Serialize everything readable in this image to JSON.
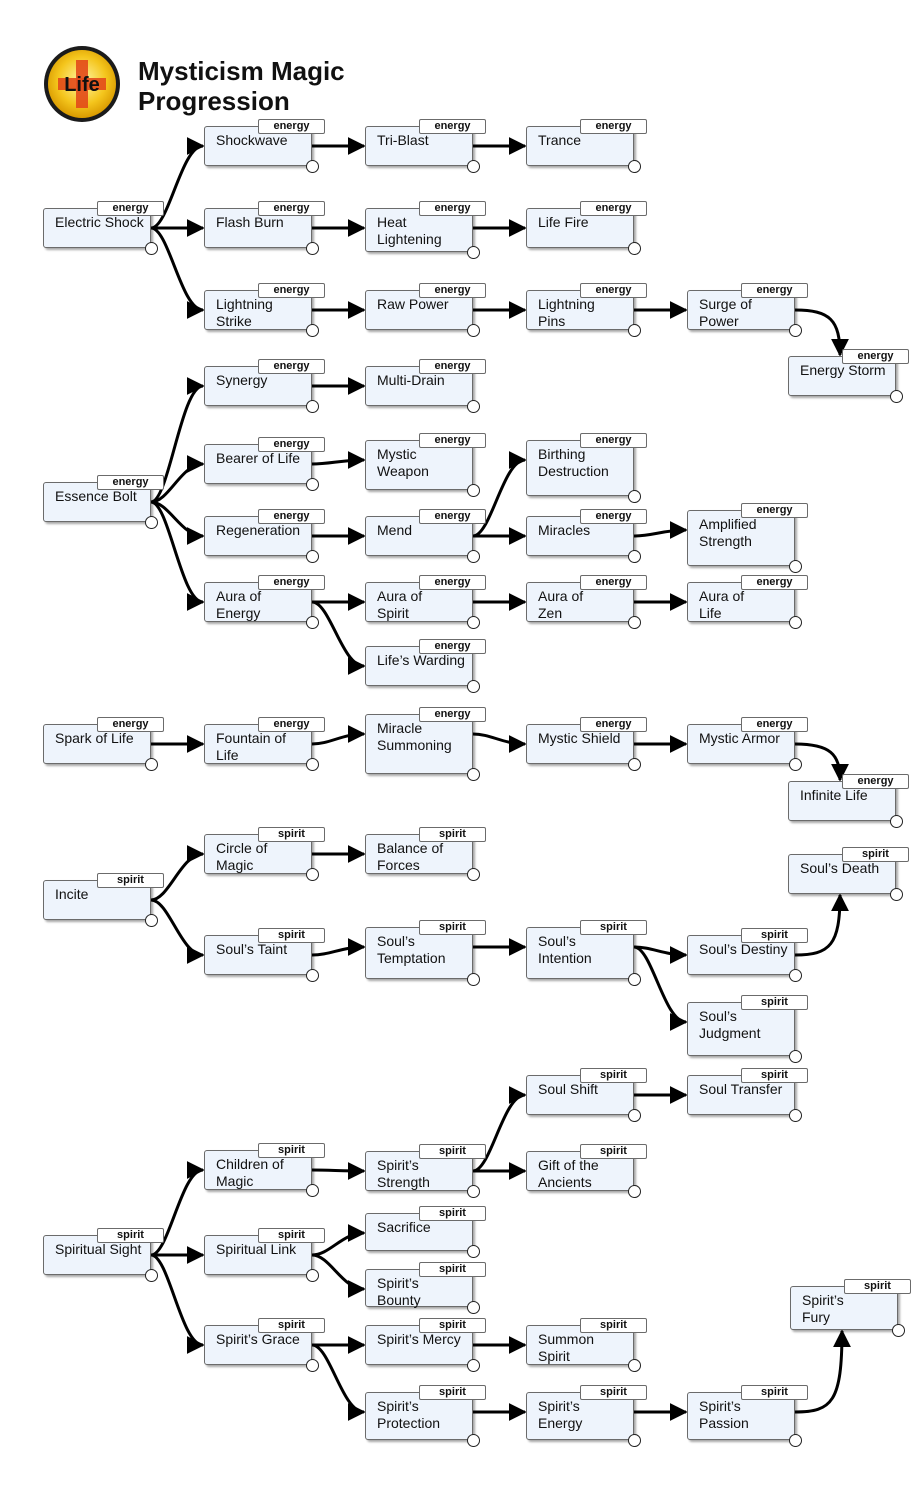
{
  "title": "Mysticism Magic\nProgression",
  "logo": {
    "text": "Life",
    "icon": "life-badge-icon"
  },
  "colors": {
    "node_fill": "#eef4fc",
    "node_border": "#6b6b6b",
    "edge": "#000000"
  },
  "nodes": [
    {
      "id": "electric_shock",
      "label": "Electric Shock",
      "tag": "energy"
    },
    {
      "id": "shockwave",
      "label": "Shockwave",
      "tag": "energy"
    },
    {
      "id": "tri_blast",
      "label": "Tri-Blast",
      "tag": "energy"
    },
    {
      "id": "trance",
      "label": "Trance",
      "tag": "energy"
    },
    {
      "id": "flash_burn",
      "label": "Flash Burn",
      "tag": "energy"
    },
    {
      "id": "heat_lightening",
      "label": "Heat\nLightening",
      "tag": "energy"
    },
    {
      "id": "life_fire",
      "label": "Life Fire",
      "tag": "energy"
    },
    {
      "id": "lightning_strike",
      "label": "Lightning\nStrike",
      "tag": "energy"
    },
    {
      "id": "raw_power",
      "label": "Raw Power",
      "tag": "energy"
    },
    {
      "id": "lightning_pins",
      "label": "Lightning\nPins",
      "tag": "energy"
    },
    {
      "id": "surge_of_power",
      "label": "Surge of\nPower",
      "tag": "energy"
    },
    {
      "id": "energy_storm",
      "label": "Energy Storm",
      "tag": "energy"
    },
    {
      "id": "essence_bolt",
      "label": "Essence Bolt",
      "tag": "energy"
    },
    {
      "id": "synergy",
      "label": "Synergy",
      "tag": "energy"
    },
    {
      "id": "multi_drain",
      "label": "Multi-Drain",
      "tag": "energy"
    },
    {
      "id": "bearer_of_life",
      "label": "Bearer of Life",
      "tag": "energy"
    },
    {
      "id": "mystic_weapon",
      "label": "Mystic\nWeapon",
      "tag": "energy"
    },
    {
      "id": "birthing_destruction",
      "label": "Birthing\nDestruction",
      "tag": "energy"
    },
    {
      "id": "regeneration",
      "label": "Regeneration",
      "tag": "energy"
    },
    {
      "id": "mend",
      "label": "Mend",
      "tag": "energy"
    },
    {
      "id": "miracles",
      "label": "Miracles",
      "tag": "energy"
    },
    {
      "id": "amplified_strength",
      "label": "Amplified\nStrength",
      "tag": "energy"
    },
    {
      "id": "aura_of_energy",
      "label": "Aura of\nEnergy",
      "tag": "energy"
    },
    {
      "id": "aura_of_spirit",
      "label": "Aura of\nSpirit",
      "tag": "energy"
    },
    {
      "id": "aura_of_zen",
      "label": "Aura of\nZen",
      "tag": "energy"
    },
    {
      "id": "aura_of_life",
      "label": "Aura of\nLife",
      "tag": "energy"
    },
    {
      "id": "lifes_warding",
      "label": "Life’s Warding",
      "tag": "energy"
    },
    {
      "id": "spark_of_life",
      "label": "Spark of Life",
      "tag": "energy"
    },
    {
      "id": "fountain_of_life",
      "label": "Fountain of\nLife",
      "tag": "energy"
    },
    {
      "id": "miracle_summoning",
      "label": "Miracle\nSummoning",
      "tag": "energy"
    },
    {
      "id": "mystic_shield",
      "label": "Mystic Shield",
      "tag": "energy"
    },
    {
      "id": "mystic_armor",
      "label": "Mystic Armor",
      "tag": "energy"
    },
    {
      "id": "infinite_life",
      "label": "Infinite Life",
      "tag": "energy"
    },
    {
      "id": "incite",
      "label": "Incite",
      "tag": "spirit"
    },
    {
      "id": "circle_of_magic",
      "label": "Circle of\nMagic",
      "tag": "spirit"
    },
    {
      "id": "balance_of_forces",
      "label": "Balance of\nForces",
      "tag": "spirit"
    },
    {
      "id": "souls_taint",
      "label": "Soul’s Taint",
      "tag": "spirit"
    },
    {
      "id": "souls_temptation",
      "label": "Soul’s\nTemptation",
      "tag": "spirit"
    },
    {
      "id": "souls_intention",
      "label": "Soul’s\nIntention",
      "tag": "spirit"
    },
    {
      "id": "souls_destiny",
      "label": "Soul’s Destiny",
      "tag": "spirit"
    },
    {
      "id": "souls_death",
      "label": "Soul’s Death",
      "tag": "spirit"
    },
    {
      "id": "souls_judgment",
      "label": "Soul’s\nJudgment",
      "tag": "spirit"
    },
    {
      "id": "soul_shift",
      "label": "Soul Shift",
      "tag": "spirit"
    },
    {
      "id": "soul_transfer",
      "label": "Soul Transfer",
      "tag": "spirit"
    },
    {
      "id": "gift_of_the_ancients",
      "label": "Gift of the\nAncients",
      "tag": "spirit"
    },
    {
      "id": "children_of_magic",
      "label": "Children of\nMagic",
      "tag": "spirit"
    },
    {
      "id": "spirits_strength",
      "label": "Spirit’s\nStrength",
      "tag": "spirit"
    },
    {
      "id": "spiritual_sight",
      "label": "Spiritual Sight",
      "tag": "spirit"
    },
    {
      "id": "spiritual_link",
      "label": "Spiritual Link",
      "tag": "spirit"
    },
    {
      "id": "sacrifice",
      "label": "Sacrifice",
      "tag": "spirit"
    },
    {
      "id": "spirits_bounty",
      "label": "Spirit’s\nBounty",
      "tag": "spirit"
    },
    {
      "id": "spirits_grace",
      "label": "Spirit’s Grace",
      "tag": "spirit"
    },
    {
      "id": "spirits_mercy",
      "label": "Spirit’s Mercy",
      "tag": "spirit"
    },
    {
      "id": "summon_spirit",
      "label": "Summon\nSpirit",
      "tag": "spirit"
    },
    {
      "id": "spirits_protection",
      "label": "Spirit’s\nProtection",
      "tag": "spirit"
    },
    {
      "id": "spirits_energy",
      "label": "Spirit’s\nEnergy",
      "tag": "spirit"
    },
    {
      "id": "spirits_passion",
      "label": "Spirit’s\nPassion",
      "tag": "spirit"
    },
    {
      "id": "spirits_fury",
      "label": "Spirit’s\nFury",
      "tag": "spirit"
    }
  ],
  "edges": [
    [
      "electric_shock",
      "shockwave"
    ],
    [
      "electric_shock",
      "flash_burn"
    ],
    [
      "electric_shock",
      "lightning_strike"
    ],
    [
      "shockwave",
      "tri_blast"
    ],
    [
      "tri_blast",
      "trance"
    ],
    [
      "flash_burn",
      "heat_lightening"
    ],
    [
      "heat_lightening",
      "life_fire"
    ],
    [
      "lightning_strike",
      "raw_power"
    ],
    [
      "raw_power",
      "lightning_pins"
    ],
    [
      "lightning_pins",
      "surge_of_power"
    ],
    [
      "surge_of_power",
      "energy_storm"
    ],
    [
      "essence_bolt",
      "synergy"
    ],
    [
      "essence_bolt",
      "bearer_of_life"
    ],
    [
      "essence_bolt",
      "regeneration"
    ],
    [
      "essence_bolt",
      "aura_of_energy"
    ],
    [
      "synergy",
      "multi_drain"
    ],
    [
      "bearer_of_life",
      "mystic_weapon"
    ],
    [
      "regeneration",
      "mend"
    ],
    [
      "mend",
      "birthing_destruction"
    ],
    [
      "mend",
      "miracles"
    ],
    [
      "miracles",
      "amplified_strength"
    ],
    [
      "aura_of_energy",
      "aura_of_spirit"
    ],
    [
      "aura_of_energy",
      "lifes_warding"
    ],
    [
      "aura_of_spirit",
      "aura_of_zen"
    ],
    [
      "aura_of_zen",
      "aura_of_life"
    ],
    [
      "spark_of_life",
      "fountain_of_life"
    ],
    [
      "fountain_of_life",
      "miracle_summoning"
    ],
    [
      "miracle_summoning",
      "mystic_shield"
    ],
    [
      "mystic_shield",
      "mystic_armor"
    ],
    [
      "mystic_armor",
      "infinite_life"
    ],
    [
      "incite",
      "circle_of_magic"
    ],
    [
      "incite",
      "souls_taint"
    ],
    [
      "circle_of_magic",
      "balance_of_forces"
    ],
    [
      "souls_taint",
      "souls_temptation"
    ],
    [
      "souls_temptation",
      "souls_intention"
    ],
    [
      "souls_intention",
      "souls_destiny"
    ],
    [
      "souls_intention",
      "souls_judgment"
    ],
    [
      "souls_destiny",
      "souls_death"
    ],
    [
      "spiritual_sight",
      "children_of_magic"
    ],
    [
      "spiritual_sight",
      "spiritual_link"
    ],
    [
      "spiritual_sight",
      "spirits_grace"
    ],
    [
      "children_of_magic",
      "spirits_strength"
    ],
    [
      "spirits_strength",
      "soul_shift"
    ],
    [
      "spirits_strength",
      "gift_of_the_ancients"
    ],
    [
      "soul_shift",
      "soul_transfer"
    ],
    [
      "spiritual_link",
      "sacrifice"
    ],
    [
      "spiritual_link",
      "spirits_bounty"
    ],
    [
      "spirits_grace",
      "spirits_mercy"
    ],
    [
      "spirits_grace",
      "spirits_protection"
    ],
    [
      "spirits_mercy",
      "summon_spirit"
    ],
    [
      "spirits_protection",
      "spirits_energy"
    ],
    [
      "spirits_energy",
      "spirits_passion"
    ],
    [
      "spirits_passion",
      "spirits_fury"
    ]
  ]
}
